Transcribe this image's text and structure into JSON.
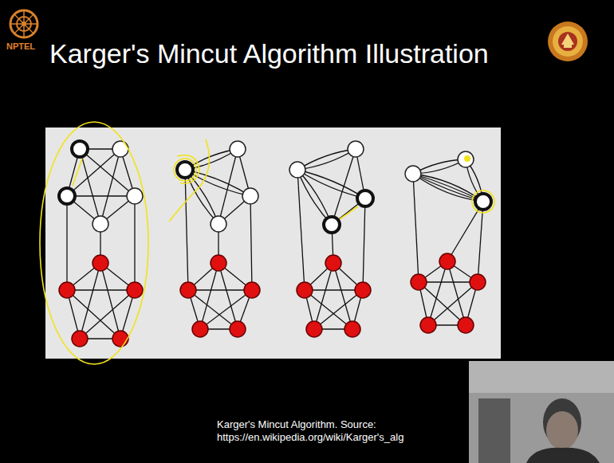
{
  "diagram": {
    "title": "Karger's Mincut Algorithm Illustration",
    "caption": "Karger's Mincut Algorithm. Source: https://en.wikipedia.org/wiki/Karger's_alg",
    "labels": [
      "NPTEL"
    ]
  }
}
